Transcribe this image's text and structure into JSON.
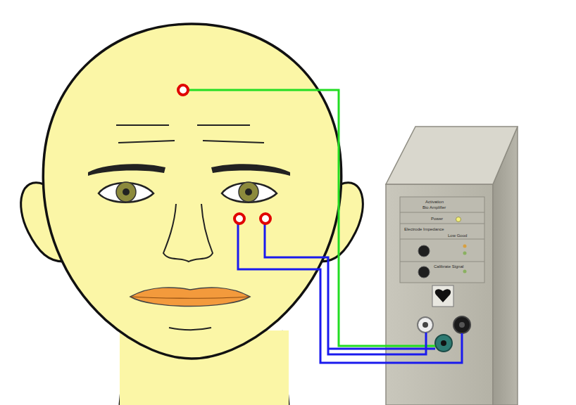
{
  "diagram": {
    "labels": [
      "Activation",
      "Bio Amplifier",
      "Power",
      "Electrode Impedance",
      "Low Good",
      "Calibrate Signal"
    ]
  }
}
